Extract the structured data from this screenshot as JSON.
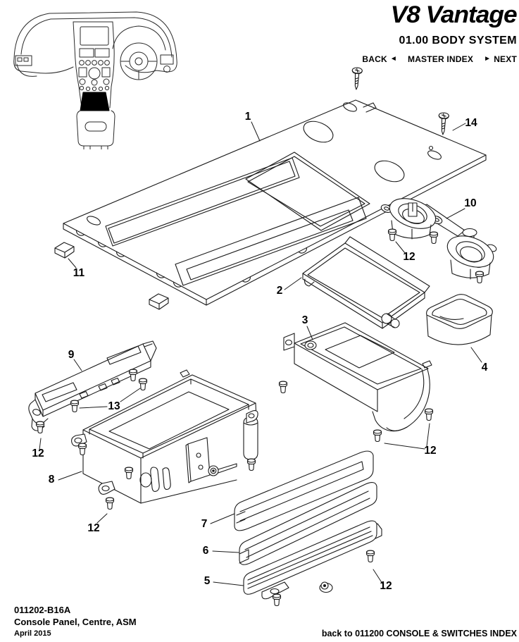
{
  "colors": {
    "ink": "#1a1a1a",
    "text": "#000000",
    "paper": "#ffffff",
    "thumbnail_highlight": "#000000"
  },
  "header": {
    "logo": "V8 Vantage",
    "section": "01.00 BODY SYSTEM",
    "nav": {
      "back_label": "BACK",
      "back_arrow": "◄",
      "master_index_label": "MASTER INDEX",
      "next_arrow": "►",
      "next_label": "NEXT"
    }
  },
  "diagram": {
    "callouts": [
      {
        "label": "1"
      },
      {
        "label": "14"
      },
      {
        "label": "10"
      },
      {
        "label": "12"
      },
      {
        "label": "11"
      },
      {
        "label": "2"
      },
      {
        "label": "3"
      },
      {
        "label": "4"
      },
      {
        "label": "9"
      },
      {
        "label": "13"
      },
      {
        "label": "12"
      },
      {
        "label": "8"
      },
      {
        "label": "12"
      },
      {
        "label": "12"
      },
      {
        "label": "7"
      },
      {
        "label": "6"
      },
      {
        "label": "5"
      },
      {
        "label": "12"
      }
    ]
  },
  "footer": {
    "doc_number": "011202-B16A",
    "title": "Console Panel, Centre, ASM",
    "date": "April 2015",
    "back_link": "back to 011200 CONSOLE & SWITCHES INDEX"
  }
}
